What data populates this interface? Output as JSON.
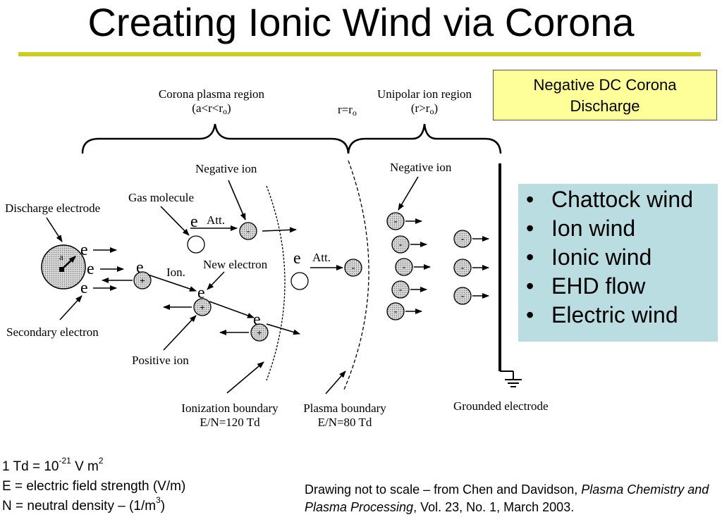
{
  "title": "Creating Ionic Wind via Corona",
  "callout": {
    "line1": "Negative DC Corona",
    "line2": "Discharge"
  },
  "synonyms": [
    "Chattock wind",
    "Ion wind",
    "Ionic wind",
    "EHD flow",
    "Electric wind"
  ],
  "diagram": {
    "corona_region": "Corona plasma region",
    "corona_region_cond_pre": "(a<r<r",
    "sub_o": "o",
    "close_paren": ")",
    "r_eq_pre": "r=r",
    "unipolar_region": "Unipolar ion region",
    "unipolar_cond_pre": "(r>r",
    "negative_ion": "Negative ion",
    "gas_molecule": "Gas molecule",
    "discharge_electrode": "Discharge electrode",
    "secondary_electron": "Secondary electron",
    "positive_ion": "Positive ion",
    "new_electron": "New electron",
    "att": "Att.",
    "ion": "Ion.",
    "e": "e",
    "a": "a",
    "minus": "-",
    "plus": "+",
    "ionization_boundary": "Ionization boundary",
    "ionization_value": "E/N=120 Td",
    "plasma_boundary": "Plasma boundary",
    "plasma_value": "E/N=80 Td",
    "grounded_electrode": "Grounded electrode"
  },
  "footnotes": {
    "td_pre": "1 Td = 10",
    "td_exp": "-21",
    "td_mid": " V m",
    "td_exp2": "2",
    "e_def": "E = electric field strength (V/m)",
    "n_def_pre": "N = neutral density – (1/m",
    "n_exp": "3",
    "n_post": ")"
  },
  "citation": {
    "pre": "Drawing not to scale – from Chen and Davidson, ",
    "journal": "Plasma Chemistry and Plasma Processing",
    "post": ", Vol. 23, No. 1, March 2003."
  }
}
